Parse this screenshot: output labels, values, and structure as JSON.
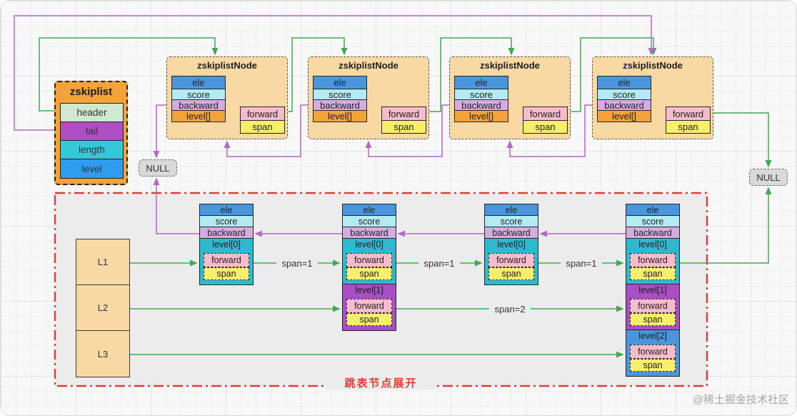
{
  "zskiplist": {
    "title": "zskiplist",
    "fields": [
      {
        "label": "header"
      },
      {
        "label": "tail"
      },
      {
        "label": "length"
      },
      {
        "label": "level"
      }
    ]
  },
  "null_left": {
    "label": "NULL"
  },
  "null_right": {
    "label": "NULL"
  },
  "top_nodes": [
    {
      "title": "zskiplistNode",
      "ele": "ele",
      "score": "score",
      "backward": "backward",
      "level": "level[]",
      "forward": "forward",
      "span": "span"
    },
    {
      "title": "zskiplistNode",
      "ele": "ele",
      "score": "score",
      "backward": "backward",
      "level": "level[]",
      "forward": "forward",
      "span": "span"
    },
    {
      "title": "zskiplistNode",
      "ele": "ele",
      "score": "score",
      "backward": "backward",
      "level": "level[]",
      "forward": "forward",
      "span": "span"
    },
    {
      "title": "zskiplistNode",
      "ele": "ele",
      "score": "score",
      "backward": "backward",
      "level": "level[]",
      "forward": "forward",
      "span": "span"
    }
  ],
  "bottom": {
    "rank_boxes": [
      {
        "label": "L1"
      },
      {
        "label": "L2"
      },
      {
        "label": "L3"
      }
    ],
    "nodes": [
      {
        "ele": "ele",
        "score": "score",
        "backward": "backward",
        "levels": [
          {
            "label": "level[0]",
            "forward": "forward",
            "span": "span"
          }
        ]
      },
      {
        "ele": "ele",
        "score": "score",
        "backward": "backward",
        "levels": [
          {
            "label": "level[0]",
            "forward": "forward",
            "span": "span"
          },
          {
            "label": "level[1]",
            "forward": "forward",
            "span": "span"
          }
        ]
      },
      {
        "ele": "ele",
        "score": "score",
        "backward": "backward",
        "levels": [
          {
            "label": "level[0]",
            "forward": "forward",
            "span": "span"
          }
        ]
      },
      {
        "ele": "ele",
        "score": "score",
        "backward": "backward",
        "levels": [
          {
            "label": "level[0]",
            "forward": "forward",
            "span": "span"
          },
          {
            "label": "level[1]",
            "forward": "forward",
            "span": "span"
          },
          {
            "label": "level[2]",
            "forward": "forward",
            "span": "span"
          }
        ]
      }
    ],
    "span_labels": [
      {
        "text": "span=1"
      },
      {
        "text": "span=1"
      },
      {
        "text": "span=1"
      },
      {
        "text": "span=2"
      }
    ],
    "caption": "跳表节点展开"
  },
  "watermark": "@稀土掘金技术社区",
  "colors": {
    "green_pointer": "#43a854",
    "purple_pointer": "#b468c8",
    "blue_pointer": "#7bb9e8",
    "red_frame": "#e23b3b",
    "struct_bg": "#f2a33a",
    "node_bg": "#f8d9a4",
    "header_bg": "#cfe8d0",
    "tail_bg": "#b04fc4",
    "length_bg": "#35c8d8",
    "level_bg": "#2e9df0",
    "ele_bg": "#4a96dd",
    "score_bg": "#b2ecf2",
    "backward_bg": "#d6abe0",
    "forward_bg": "#f6bccb",
    "span_bg": "#f7ee6e",
    "level0_bg": "#2fb9ce",
    "level1_bg": "#a94fc4",
    "level2_bg": "#4a96dd",
    "null_bg": "#d9d9d9"
  }
}
